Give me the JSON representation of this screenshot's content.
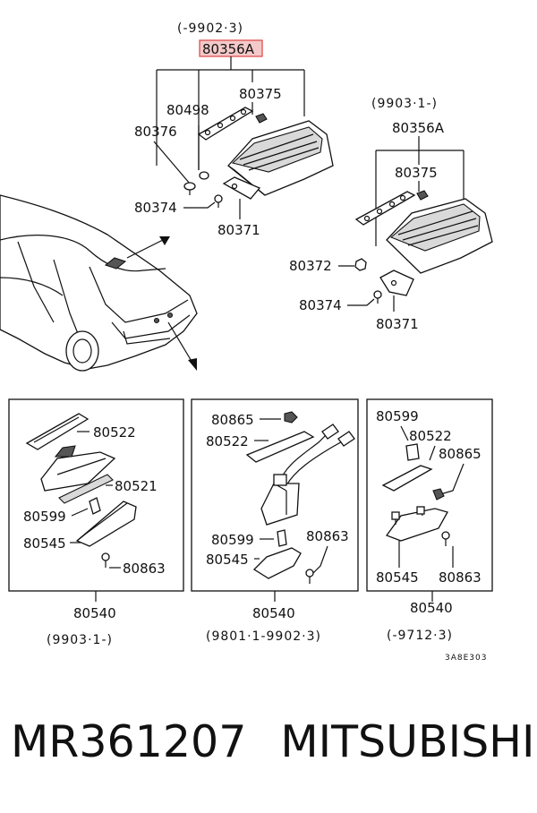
{
  "top_left": {
    "date_range": "(-9902·3)",
    "assembly_label": "80356A",
    "highlight_color": "#e05050",
    "parts": {
      "p80498": "80498",
      "p80375": "80375",
      "p80376": "80376",
      "p80374": "80374",
      "p80371": "80371"
    }
  },
  "top_right": {
    "date_range": "(9903·1-)",
    "assembly_label": "80356A",
    "parts": {
      "p80375": "80375",
      "p80372": "80372",
      "p80374": "80374",
      "p80371": "80371"
    }
  },
  "box1": {
    "parts": {
      "p80522": "80522",
      "p80521": "80521",
      "p80599": "80599",
      "p80545": "80545",
      "p80863": "80863"
    },
    "assembly_label": "80540",
    "date_range": "(9903·1-)"
  },
  "box2": {
    "parts": {
      "p80865": "80865",
      "p80522": "80522",
      "p80599": "80599",
      "p80863": "80863",
      "p80545": "80545"
    },
    "assembly_label": "80540",
    "date_range": "(9801·1-9902·3)"
  },
  "box3": {
    "parts": {
      "p80599": "80599",
      "p80522": "80522",
      "p80865": "80865",
      "p80545": "80545",
      "p80863": "80863"
    },
    "assembly_label": "80540",
    "date_range": "(-9712·3)"
  },
  "diagram_code": "3A8E303",
  "footer": {
    "part_number": "MR361207",
    "brand": "MITSUBISHI"
  }
}
